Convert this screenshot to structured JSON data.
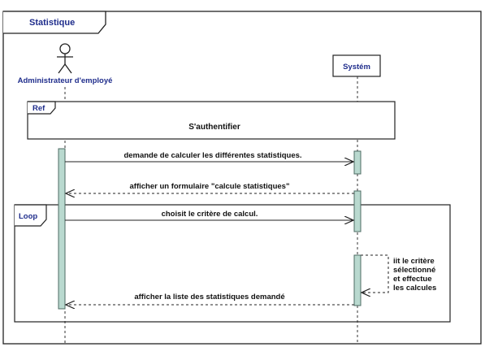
{
  "diagram": {
    "frame_title": "Statistique",
    "actor": {
      "label": "Administrateur d'employé"
    },
    "system": {
      "label": "Systém"
    },
    "ref_fragment": {
      "tag": "Ref",
      "text": "S'authentifier"
    },
    "loop_fragment": {
      "tag": "Loop"
    },
    "messages": {
      "m1": "demande  de calculer les différentes statistiques.",
      "m2": "afficher un formulaire  \"calcule statistiques\"",
      "m3": "choisit le critère de calcul.",
      "m4_lines": [
        "iit le critère",
        "sélectionné",
        "et effectue",
        "les calcules"
      ],
      "m5": "afficher la liste des statistiques demandé"
    },
    "colors": {
      "title_text": "#1f2d8c",
      "activation_fill": "#b9d9cf",
      "activation_stroke": "#4d6b63",
      "line": "#222222"
    }
  }
}
